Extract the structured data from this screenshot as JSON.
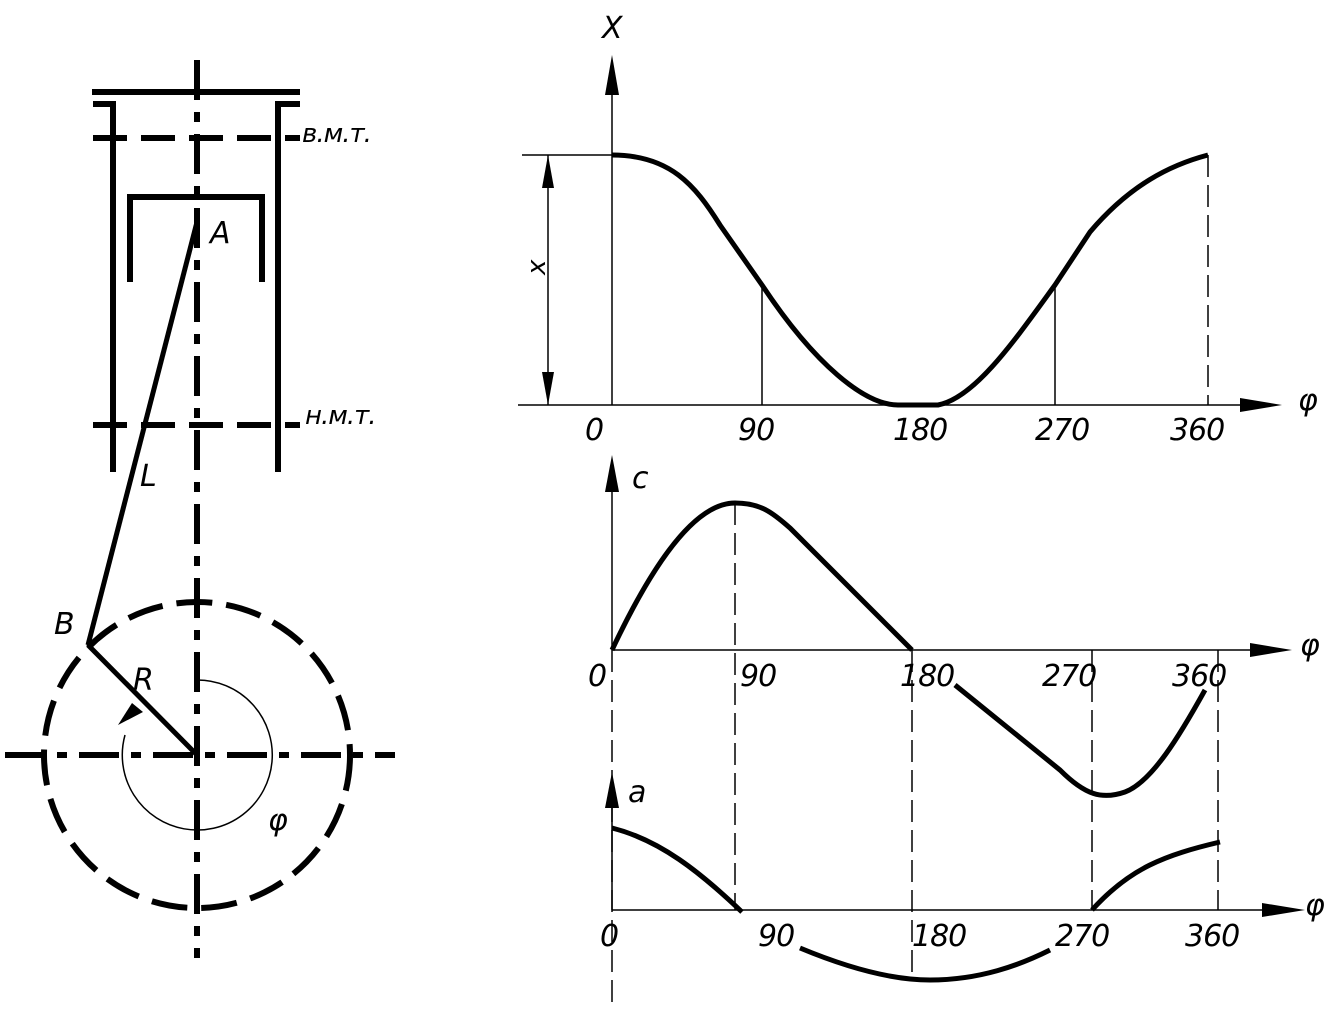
{
  "mechanism": {
    "tdc_label": "в.м.т.",
    "bdc_label": "н.м.т.",
    "point_a": "A",
    "point_b": "B",
    "rod_length": "L",
    "crank_radius": "R",
    "angle": "φ"
  },
  "charts": {
    "displacement": {
      "y_label": "X",
      "dim_label": "x",
      "x_label": "φ",
      "ticks": [
        "0",
        "90",
        "180",
        "270",
        "360"
      ]
    },
    "velocity": {
      "y_label": "c",
      "x_label": "φ",
      "ticks": [
        "0",
        "90",
        "180",
        "270",
        "360"
      ]
    },
    "acceleration": {
      "y_label": "a",
      "x_label": "φ",
      "ticks": [
        "0",
        "90",
        "180",
        "270",
        "360"
      ]
    }
  }
}
